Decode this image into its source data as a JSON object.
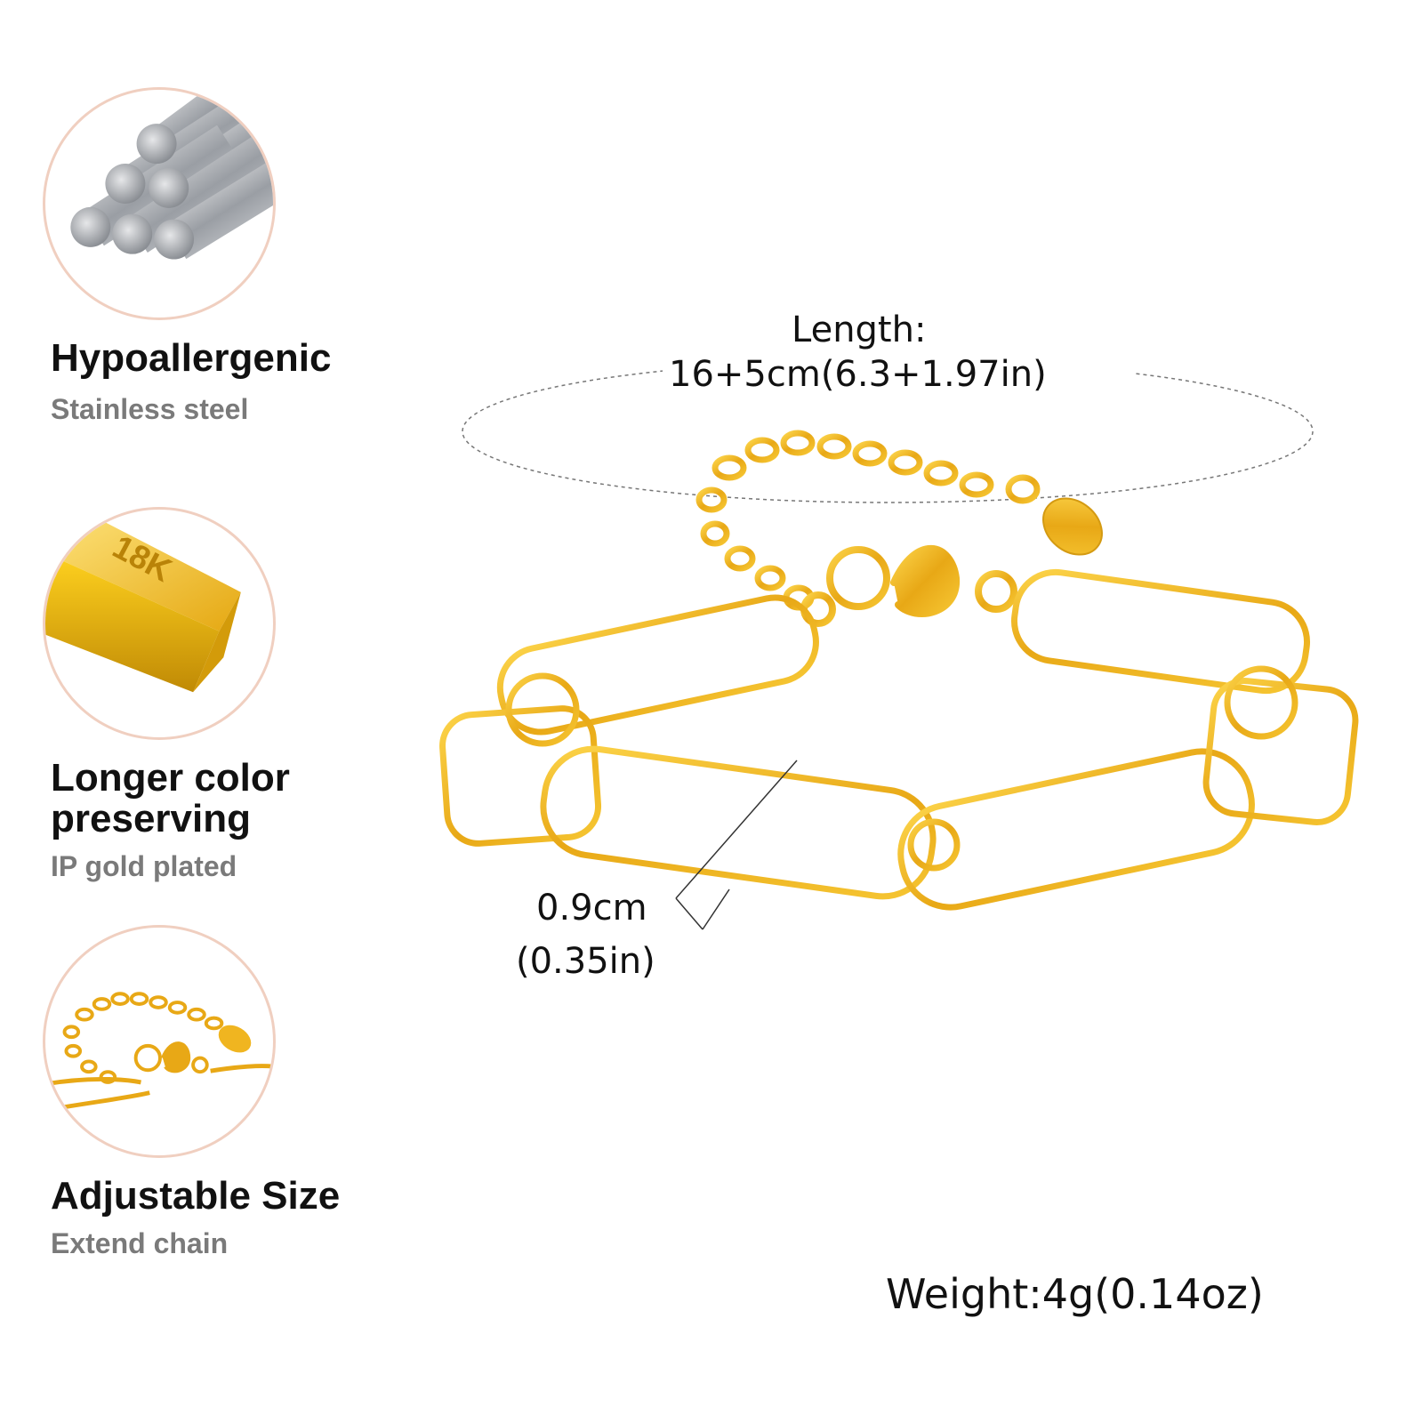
{
  "features": [
    {
      "title": "Hypoallergenic",
      "subtitle": "Stainless steel",
      "icon": "steel-rods-icon"
    },
    {
      "title": "Longer color preserving",
      "subtitle": "IP gold plated",
      "icon": "gold-bar-icon",
      "bar_engraving": "18K"
    },
    {
      "title": "Adjustable Size",
      "subtitle": "Extend chain",
      "icon": "extend-chain-icon"
    }
  ],
  "specs": {
    "length_label": "Length:",
    "length_value": "16+5cm(6.3+1.97in)",
    "width_cm": "0.9cm",
    "width_in": "(0.35in)",
    "weight": "Weight:4g(0.14oz)"
  },
  "colors": {
    "gold": "#e8a816",
    "gold_light": "#fcd44a",
    "circle_border": "#f0cfc0",
    "subtitle_gray": "#7a7a7a"
  }
}
